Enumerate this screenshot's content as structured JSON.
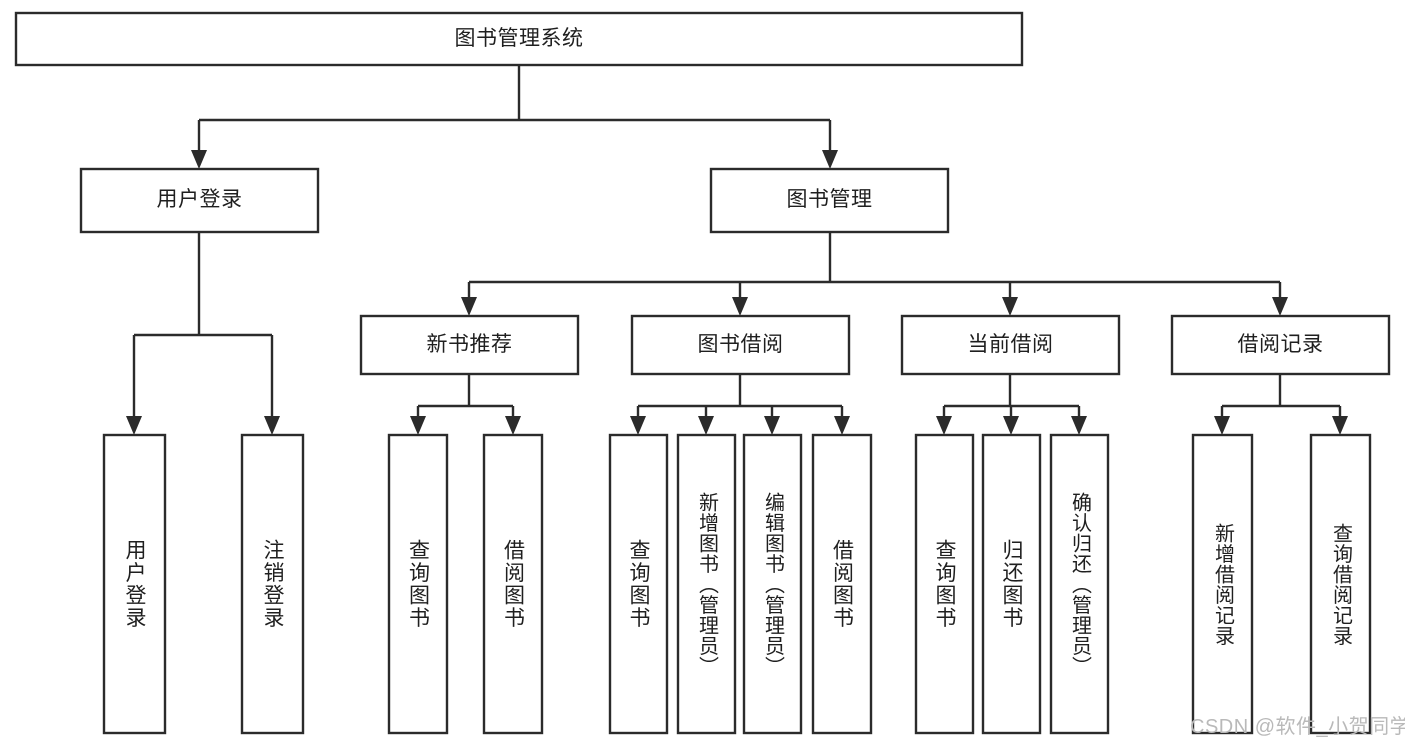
{
  "diagram": {
    "type": "tree",
    "title": "图书管理系统",
    "root": {
      "label": "图书管理系统"
    },
    "level2": [
      {
        "label": "用户登录"
      },
      {
        "label": "图书管理"
      }
    ],
    "level3": [
      {
        "label": "新书推荐"
      },
      {
        "label": "图书借阅"
      },
      {
        "label": "当前借阅"
      },
      {
        "label": "借阅记录"
      }
    ],
    "leaves": {
      "user_login": [
        {
          "label": "用户登录"
        },
        {
          "label": "注销登录"
        }
      ],
      "new_book": [
        {
          "label": "查询图书"
        },
        {
          "label": "借阅图书"
        }
      ],
      "book_borrow": [
        {
          "label": "查询图书"
        },
        {
          "label": "新增图书（管理员）"
        },
        {
          "label": "编辑图书（管理员）"
        },
        {
          "label": "借阅图书"
        }
      ],
      "current_borrow": [
        {
          "label": "查询图书"
        },
        {
          "label": "归还图书"
        },
        {
          "label": "确认归还（管理员）"
        }
      ],
      "borrow_record": [
        {
          "label": "新增借阅记录"
        },
        {
          "label": "查询借阅记录"
        }
      ]
    },
    "colors": {
      "stroke": "#2b2b2b",
      "fill": "#ffffff",
      "text": "#1f1f1f",
      "watermark": "#b9b9b9"
    }
  },
  "watermark": {
    "text": "CSDN @软件_小贺同学"
  }
}
